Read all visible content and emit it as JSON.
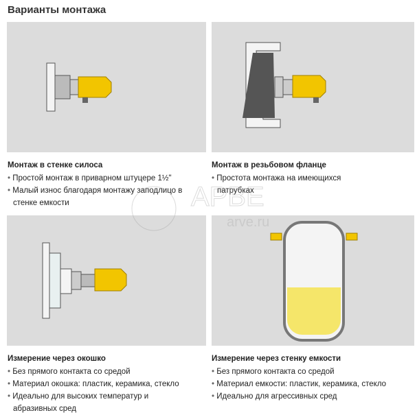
{
  "title": "Варианты монтажа",
  "sections": [
    {
      "heading": "Монтаж в стенке силоса",
      "bullets": [
        "Простой монтаж в приварном штуцере 1½\"",
        "Малый износ благодаря монтажу заподлицо в стенке емкости"
      ]
    },
    {
      "heading": "Монтаж в резьбовом фланце",
      "bullets": [
        "Простота монтажа на имеющихся патрубках"
      ]
    },
    {
      "heading": "Измерение через окошко",
      "bullets": [
        "Без прямого контакта со средой",
        "Материал окошка: пластик, керамика, стекло",
        "Идеально для высоких температур и абразивных сред"
      ]
    },
    {
      "heading": "Измерение через стенку емкости",
      "bullets": [
        "Без прямого контакта со средой",
        "Материал емкости: пластик, керамика, стекло",
        "Идеально для агрессивных сред"
      ]
    }
  ],
  "watermark": {
    "brand": "АРВЕ",
    "url": "arve.ru"
  },
  "colors": {
    "panel": "#dcdcdc",
    "sensor": "#f2c500",
    "fill": "#f5e66a"
  }
}
